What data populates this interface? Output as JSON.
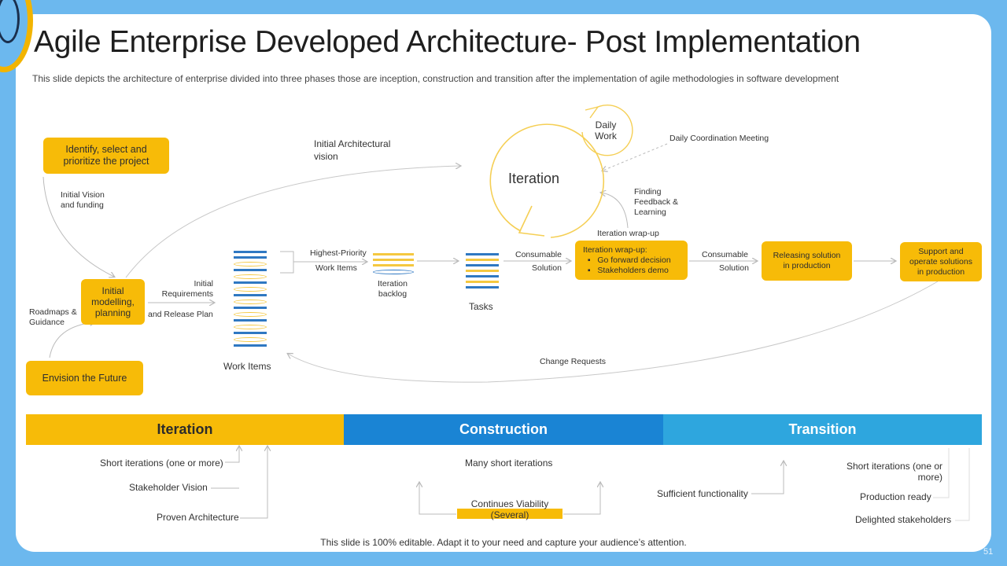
{
  "title": "Agile Enterprise Developed Architecture- Post Implementation",
  "subtitle": "This slide depicts the architecture of enterprise divided into three phases those are inception, construction and transition after the implementation of agile methodologies in software development",
  "diagram": {
    "identify_box": "Identify, select and prioritize the project",
    "initial_vision": "Initial Vision and funding",
    "initial_arch_vision": "Initial Architectural vision",
    "modelling_box": "Initial modelling, planning",
    "roadmaps": "Roadmaps & Guidance",
    "initial_requirements": "Initial Requirements",
    "release_plan": "and Release Plan",
    "envision_box": "Envision the Future",
    "work_items": "Work Items",
    "highest_priority": "Highest-Priority",
    "work_items_small": "Work Items",
    "iteration_backlog": "Iteration backlog",
    "tasks": "Tasks",
    "consumable1": "Consumable",
    "solution1": "Solution",
    "iteration": "Iteration",
    "daily_work": "Daily Work",
    "daily_coordination": "Daily Coordination Meeting",
    "finding_feedback": "Finding Feedback & Learning",
    "iteration_wrapup_label": "Iteration  wrap-up",
    "wrapup_box_title": "Iteration  wrap-up:",
    "wrapup_item1": "Go forward decision",
    "wrapup_item2": "Stakeholders demo",
    "consumable2": "Consumable",
    "solution2": "Solution",
    "releasing_box": "Releasing solution in production",
    "support_box": "Support and operate solutions in production",
    "change_requests": "Change Requests"
  },
  "phases": {
    "iteration": {
      "label": "Iteration",
      "color": "#f7bb08"
    },
    "construction": {
      "label": "Construction",
      "color": "#1a84d4"
    },
    "transition": {
      "label": "Transition",
      "color": "#2ea6de"
    }
  },
  "phase_details": {
    "short_iterations": "Short iterations (one or more)",
    "stakeholder_vision": "Stakeholder Vision",
    "proven_architecture": "Proven Architecture",
    "many_short_iterations": "Many short iterations",
    "continues_viability": "Continues Viability",
    "several": "(Several)",
    "sufficient_functionality": "Sufficient functionality",
    "short_iterations_transition": "Short iterations (one or more)",
    "production_ready": "Production ready",
    "delighted_stakeholders": "Delighted stakeholders"
  },
  "footer": "This slide is 100% editable. Adapt it to your need and capture your audience’s attention.",
  "page_number": "51"
}
